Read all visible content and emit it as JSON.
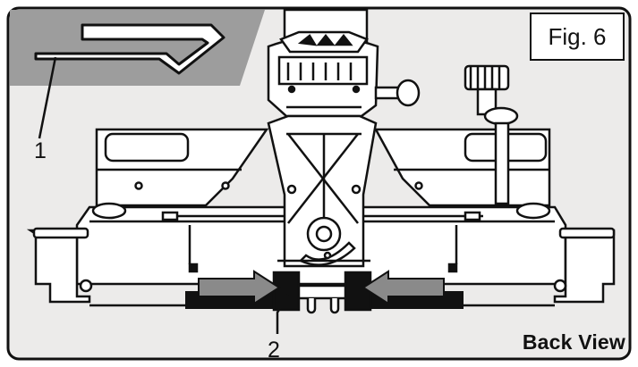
{
  "figure": {
    "label": "Fig. 6",
    "view_label": "Back View",
    "callouts": [
      "1",
      "2"
    ]
  },
  "colors": {
    "frame": "#111111",
    "panel_background": "#ecebea",
    "tool_shading": "#9d9d9d",
    "arrow_fill": "#8a8a8a"
  }
}
